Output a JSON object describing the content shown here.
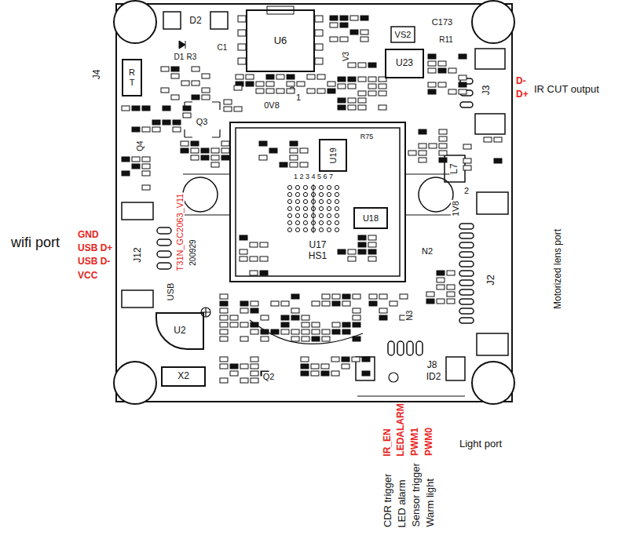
{
  "diagram": {
    "nodes": [
      {
        "text": [
          "U6"
        ]
      },
      {
        "text": [
          "U23"
        ]
      },
      {
        "text": [
          "R",
          "T"
        ]
      },
      {
        "text": [
          "U17",
          "HS1"
        ]
      },
      {
        "text": [
          "U19"
        ],
        "in": 3
      },
      {
        "text": [
          "U18"
        ],
        "in": 3
      },
      {
        "text": [
          "U2"
        ]
      },
      {
        "text": [
          "X2"
        ]
      }
    ],
    "labels": [
      "D2",
      "D1",
      "R3",
      "C1",
      "C173",
      "R11",
      "VS2",
      "V3",
      "0V8",
      "1",
      "J4",
      "J3",
      "Q3",
      "Q4",
      "L7",
      "1V8",
      "2",
      "1 2 3 4 5 6 7",
      "R75",
      "N2",
      "J2",
      "N3",
      "J8",
      "ID2",
      "Q2",
      "USB",
      "J12",
      "T31N_GC2063_V11",
      "200929",
      "wifi port",
      "GND",
      "USB D+",
      "USB D-",
      "VCC",
      "D-",
      "D+",
      "IR CUT output",
      "Motorized lens port",
      "IR_EN",
      "LEDALARM",
      "PWM1",
      "PWM0",
      "CDR trigger",
      "LED alarm",
      "Sensor trigger",
      "Warm light",
      "Light port"
    ]
  }
}
